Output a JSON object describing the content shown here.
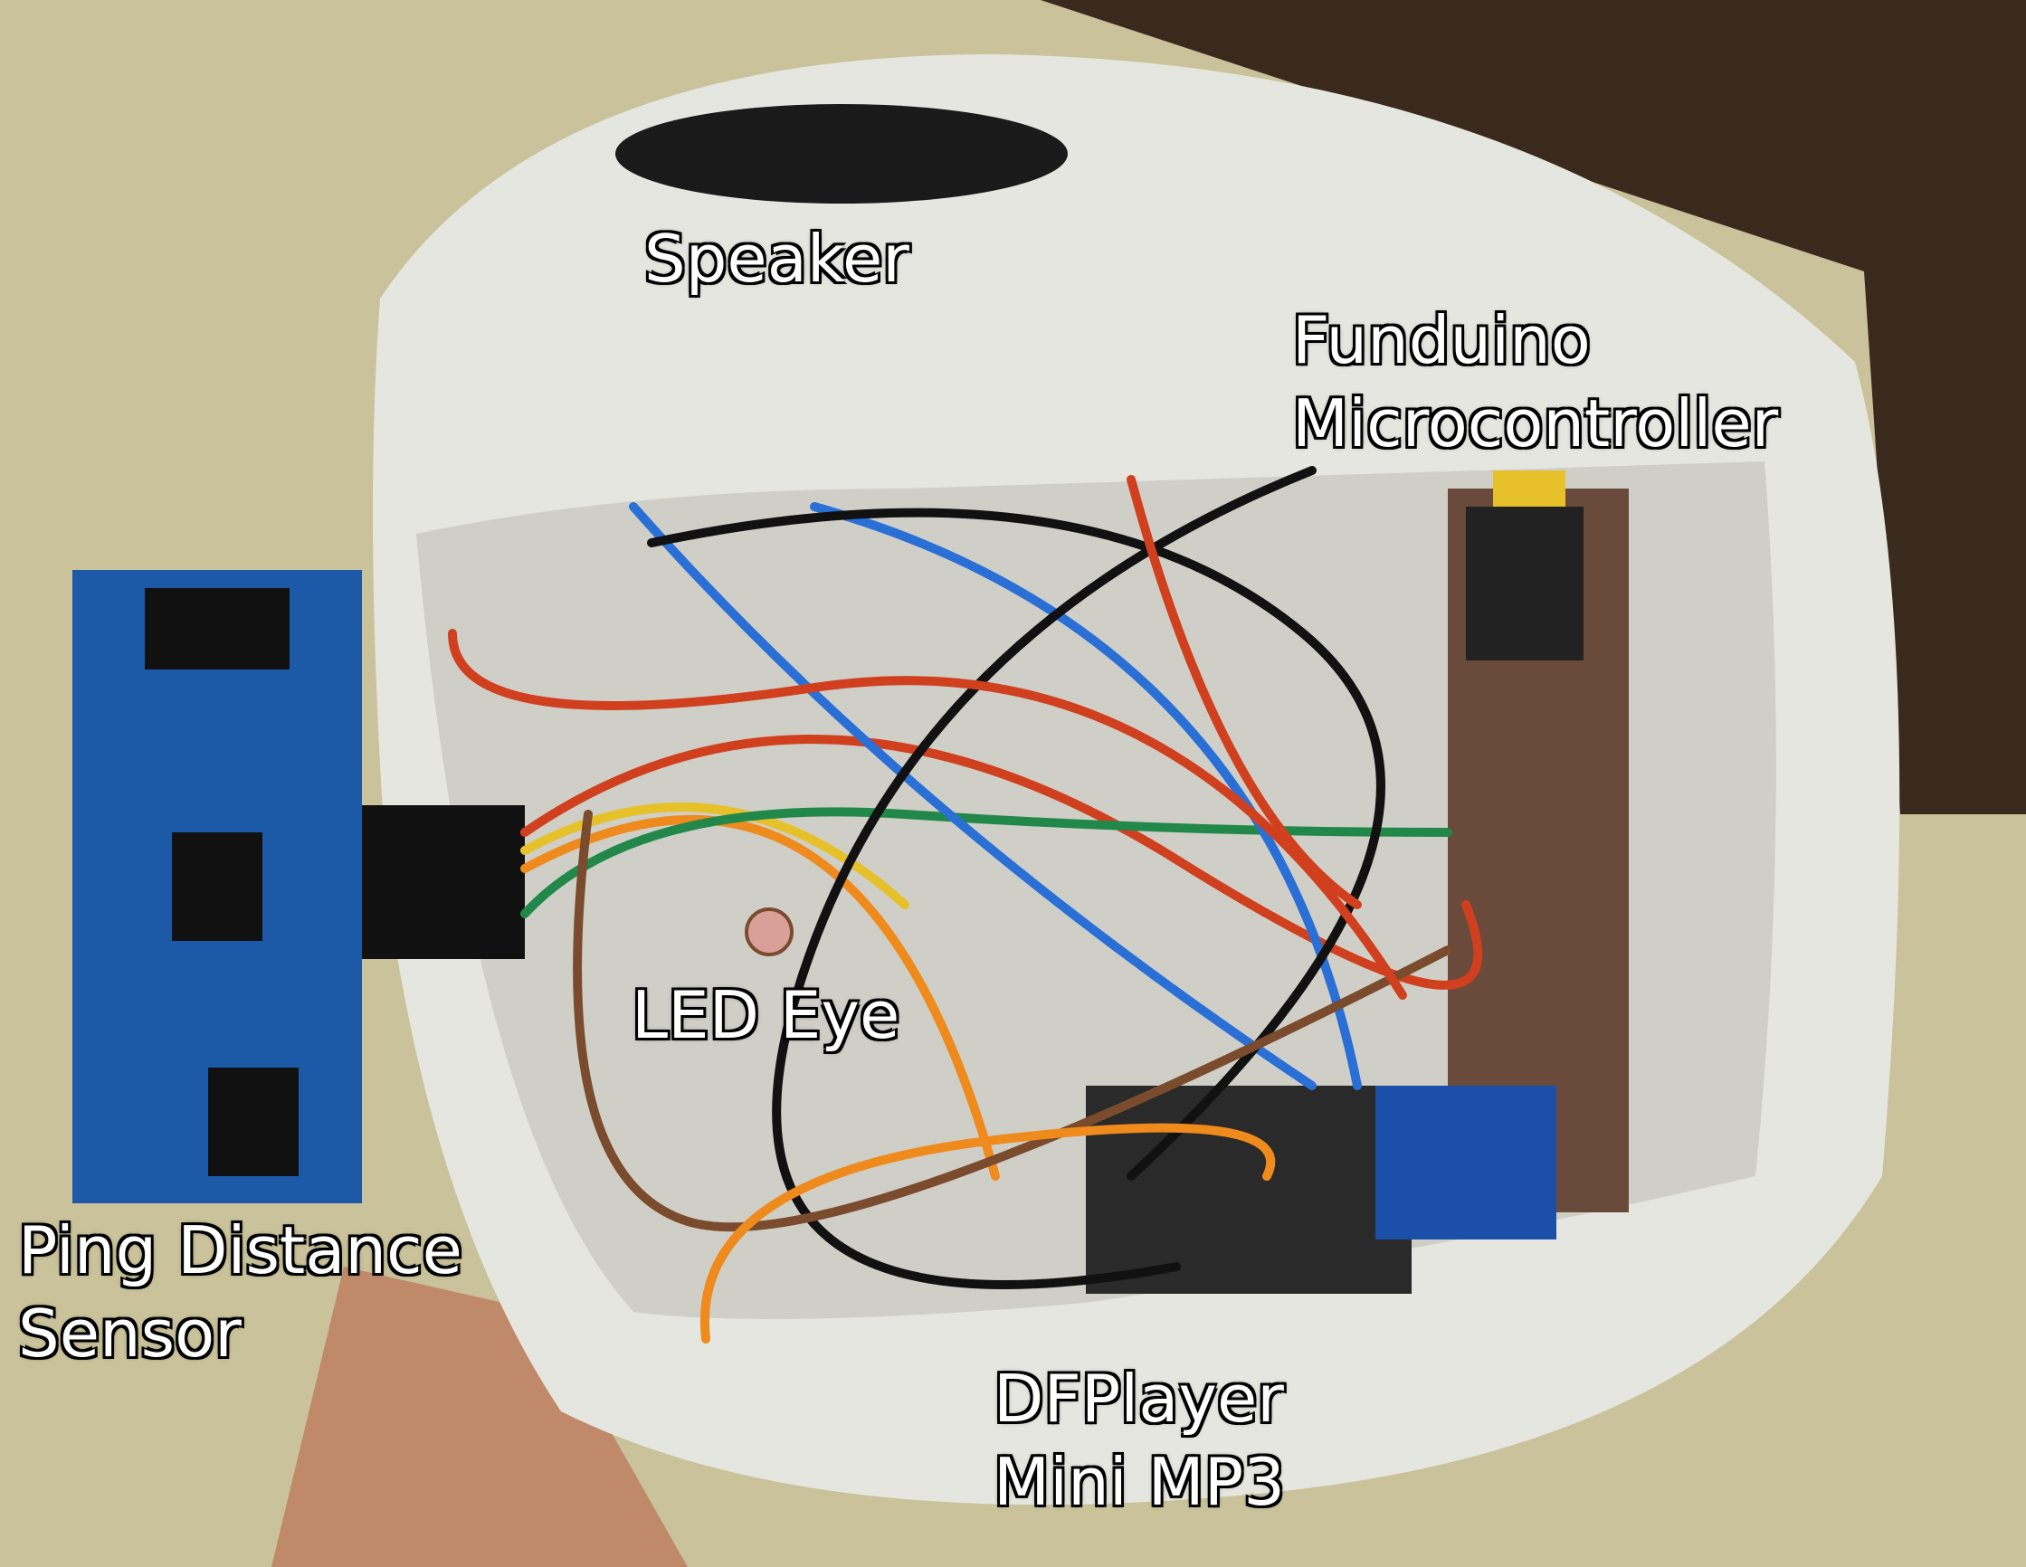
{
  "labels": {
    "speaker": [
      "Speaker"
    ],
    "microcontroller": [
      "Funduino",
      "Microcontroller"
    ],
    "ping_sensor": [
      "Ping Distance",
      "Sensor"
    ],
    "led_eye": [
      "LED Eye"
    ],
    "mp3_player": [
      "DFPlayer",
      "Mini MP3"
    ]
  },
  "colors": {
    "wall": "#c9c29a",
    "head": "#e6e6e0",
    "pcb": "#1c5aa8",
    "wire_red": "#d0401e",
    "wire_blue": "#2a6fd6",
    "wire_black": "#111111",
    "wire_orange": "#ef8a1c",
    "wire_brown": "#7a4b2c"
  }
}
